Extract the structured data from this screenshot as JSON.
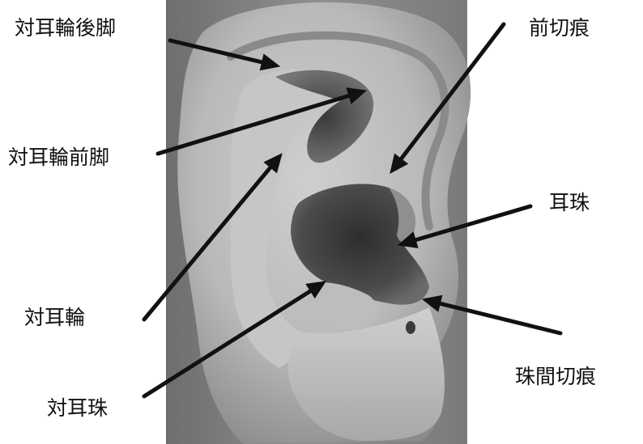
{
  "labels": [
    {
      "id": "posterior-crus",
      "text": "対耳輪後脚"
    },
    {
      "id": "anterior-crus",
      "text": "対耳輪前脚"
    },
    {
      "id": "antihelix",
      "text": "対耳輪"
    },
    {
      "id": "antitragus",
      "text": "対耳珠"
    },
    {
      "id": "anterior-notch",
      "text": "前切痕"
    },
    {
      "id": "tragus",
      "text": "耳珠"
    },
    {
      "id": "intertragic-notch",
      "text": "珠間切痕"
    }
  ],
  "colors": {
    "background": "#ffffff",
    "arrow": "#111111",
    "text": "#111111",
    "skin_light": "#d9d9d9",
    "skin_mid": "#9a9a9a",
    "skin_dark": "#3a3a3a"
  }
}
